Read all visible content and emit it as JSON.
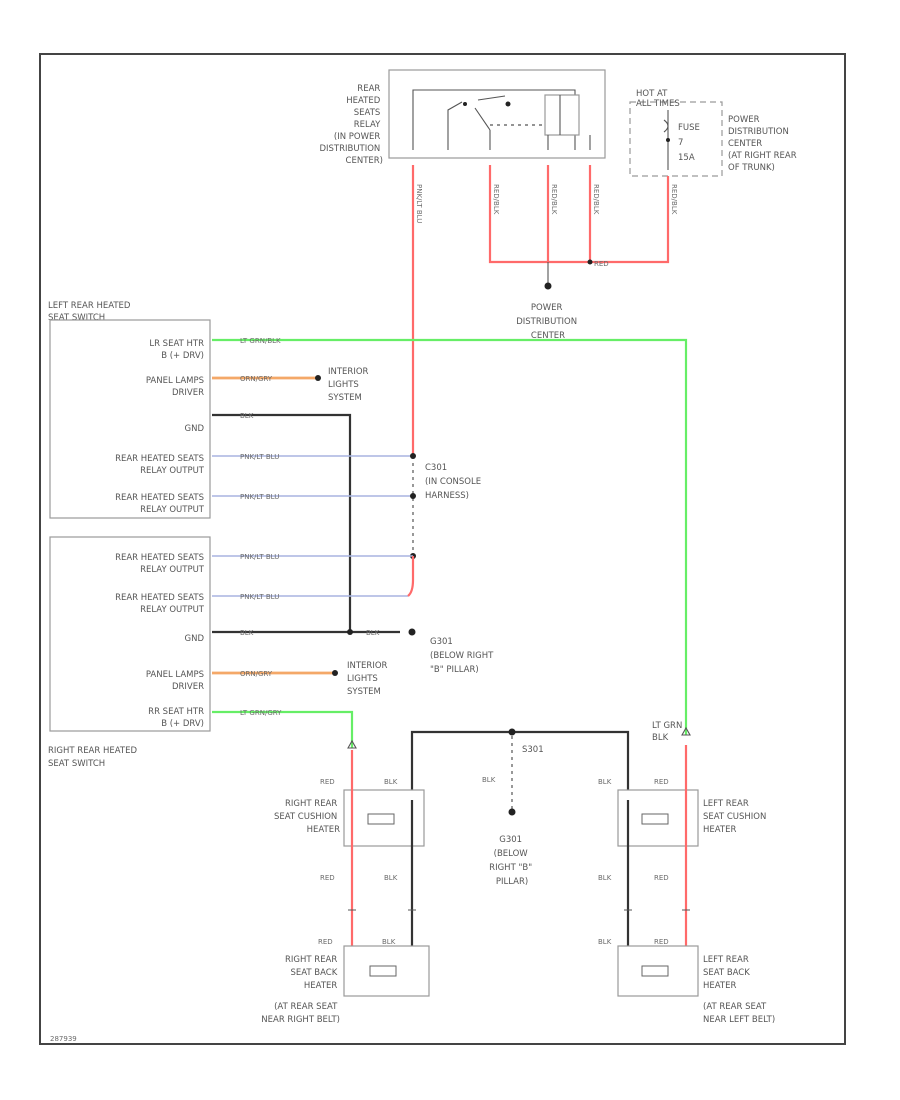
{
  "relay": {
    "label": [
      "REAR",
      "HEATED",
      "SEATS",
      "RELAY",
      "(IN POWER",
      "DISTRIBUTION",
      "CENTER)"
    ],
    "pins": [
      "",
      "",
      "",
      "",
      ""
    ]
  },
  "fuse": {
    "hot": [
      "HOT AT",
      "ALL TIMES"
    ],
    "fuse_label": [
      "FUSE",
      "7",
      "15A"
    ],
    "center": [
      "POWER",
      "DISTRIBUTION",
      "CENTER",
      "(AT RIGHT REAR",
      "OF TRUNK)"
    ]
  },
  "pdc_label": [
    "POWER",
    "DISTRIBUTION",
    "CENTER"
  ],
  "left_switch": {
    "title": [
      "LEFT REAR HEATED",
      "SEAT SWITCH"
    ],
    "pins": [
      [
        "LR SEAT HTR",
        "B (+ DRV)"
      ],
      [
        "PANEL LAMPS",
        "DRIVER"
      ],
      [
        "GND"
      ],
      [
        "REAR HEATED SEATS",
        "RELAY OUTPUT"
      ],
      [
        "REAR HEATED SEATS",
        "RELAY OUTPUT"
      ]
    ]
  },
  "right_switch": {
    "title": [
      "RIGHT REAR HEATED",
      "SEAT SWITCH"
    ],
    "pins": [
      [
        "REAR HEATED SEATS",
        "RELAY OUTPUT"
      ],
      [
        "REAR HEATED SEATS",
        "RELAY OUTPUT"
      ],
      [
        "GND"
      ],
      [
        "PANEL LAMPS",
        "DRIVER"
      ],
      [
        "RR SEAT HTR",
        "B (+ DRV)"
      ]
    ]
  },
  "wires": {
    "lt_grn_blk": "LT GRN/BLK",
    "orn_gry": "ORN/GRY",
    "blk": "BLK",
    "pnk_lt_blu": "PNK/LT BLU",
    "red": "RED",
    "lt_grn_gry": "LT GRN/GRY",
    "lt_grn": "LT GRN",
    "red_vert": "RED/BLK"
  },
  "refs": {
    "interior": [
      "INTERIOR",
      "LIGHTS",
      "SYSTEM"
    ],
    "c301": [
      "C301",
      "(IN CONSOLE",
      "HARNESS)"
    ],
    "g301_right": [
      "G301",
      "(BELOW RIGHT",
      "\"B\" PILLAR)"
    ],
    "g301_center": [
      "G301",
      "(BELOW",
      "RIGHT \"B\"",
      "PILLAR)"
    ],
    "s301": "S301"
  },
  "heaters": {
    "right_cushion": [
      "RIGHT REAR",
      "SEAT CUSHION",
      "HEATER"
    ],
    "left_cushion": [
      "LEFT REAR",
      "SEAT CUSHION",
      "HEATER"
    ],
    "right_back": [
      "RIGHT REAR",
      "SEAT BACK",
      "HEATER",
      "(AT REAR SEAT",
      "NEAR RIGHT BELT)"
    ],
    "left_back": [
      "LEFT REAR",
      "SEAT BACK",
      "HEATER",
      "(AT REAR SEAT",
      "NEAR LEFT BELT)"
    ]
  },
  "footer_code": "287939"
}
